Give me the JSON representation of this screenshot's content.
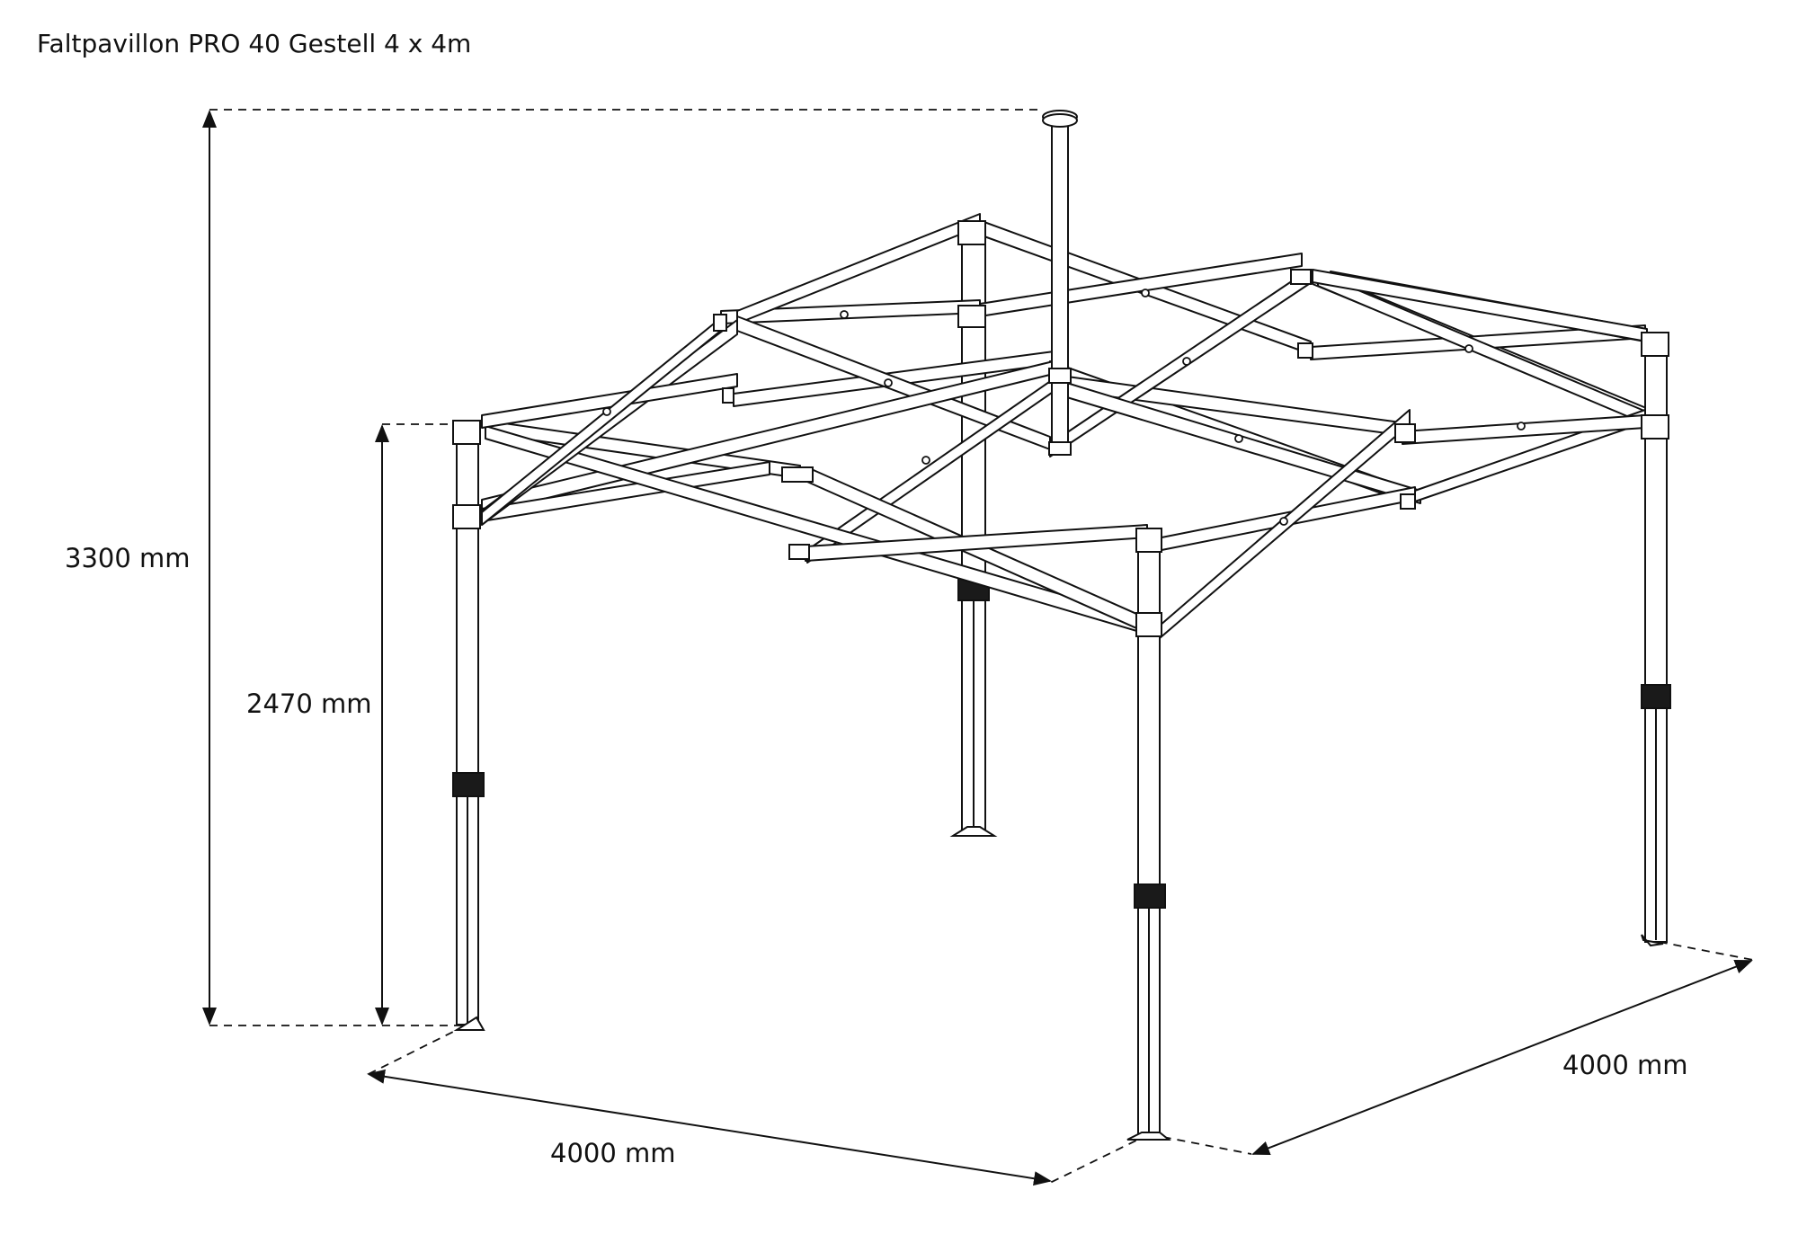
{
  "title": "Faltpavillon PRO 40 Gestell 4 x 4m",
  "dimensions": {
    "total_height": "3300 mm",
    "eave_height": "2470 mm",
    "width_front": "4000 mm",
    "depth_side": "4000 mm"
  },
  "colors": {
    "line": "#111111",
    "frame_fill": "#ffffff",
    "clamp_fill": "#1a1a1a"
  }
}
